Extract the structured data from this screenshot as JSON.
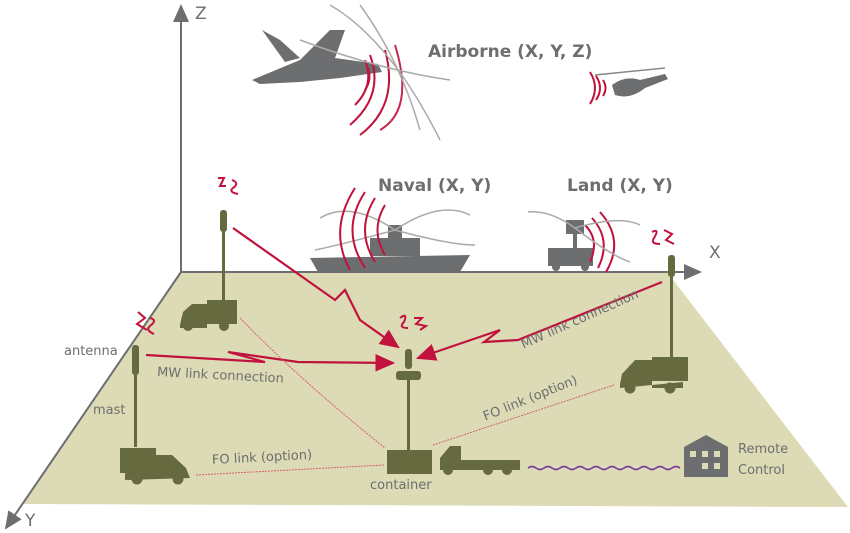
{
  "axes": {
    "x": "X",
    "y": "Y",
    "z": "Z"
  },
  "platforms": {
    "airborne": "Airborne (X, Y, Z)",
    "naval": "Naval (X, Y)",
    "land": "Land (X, Y)"
  },
  "labels": {
    "antenna": "antenna",
    "mast": "mast",
    "container": "container",
    "mw_link_left": "MW link connection",
    "mw_link_right": "MW link connection",
    "fo_link_left": "FO link (option)",
    "fo_link_right": "FO link (option)",
    "remote_line1": "Remote",
    "remote_line2": "Control"
  },
  "colors": {
    "ground": "#dcdbb5",
    "vehicle": "#656a3f",
    "signal": "#c0123c",
    "text": "#6d6e70",
    "remote_link": "#7a3a9a"
  }
}
